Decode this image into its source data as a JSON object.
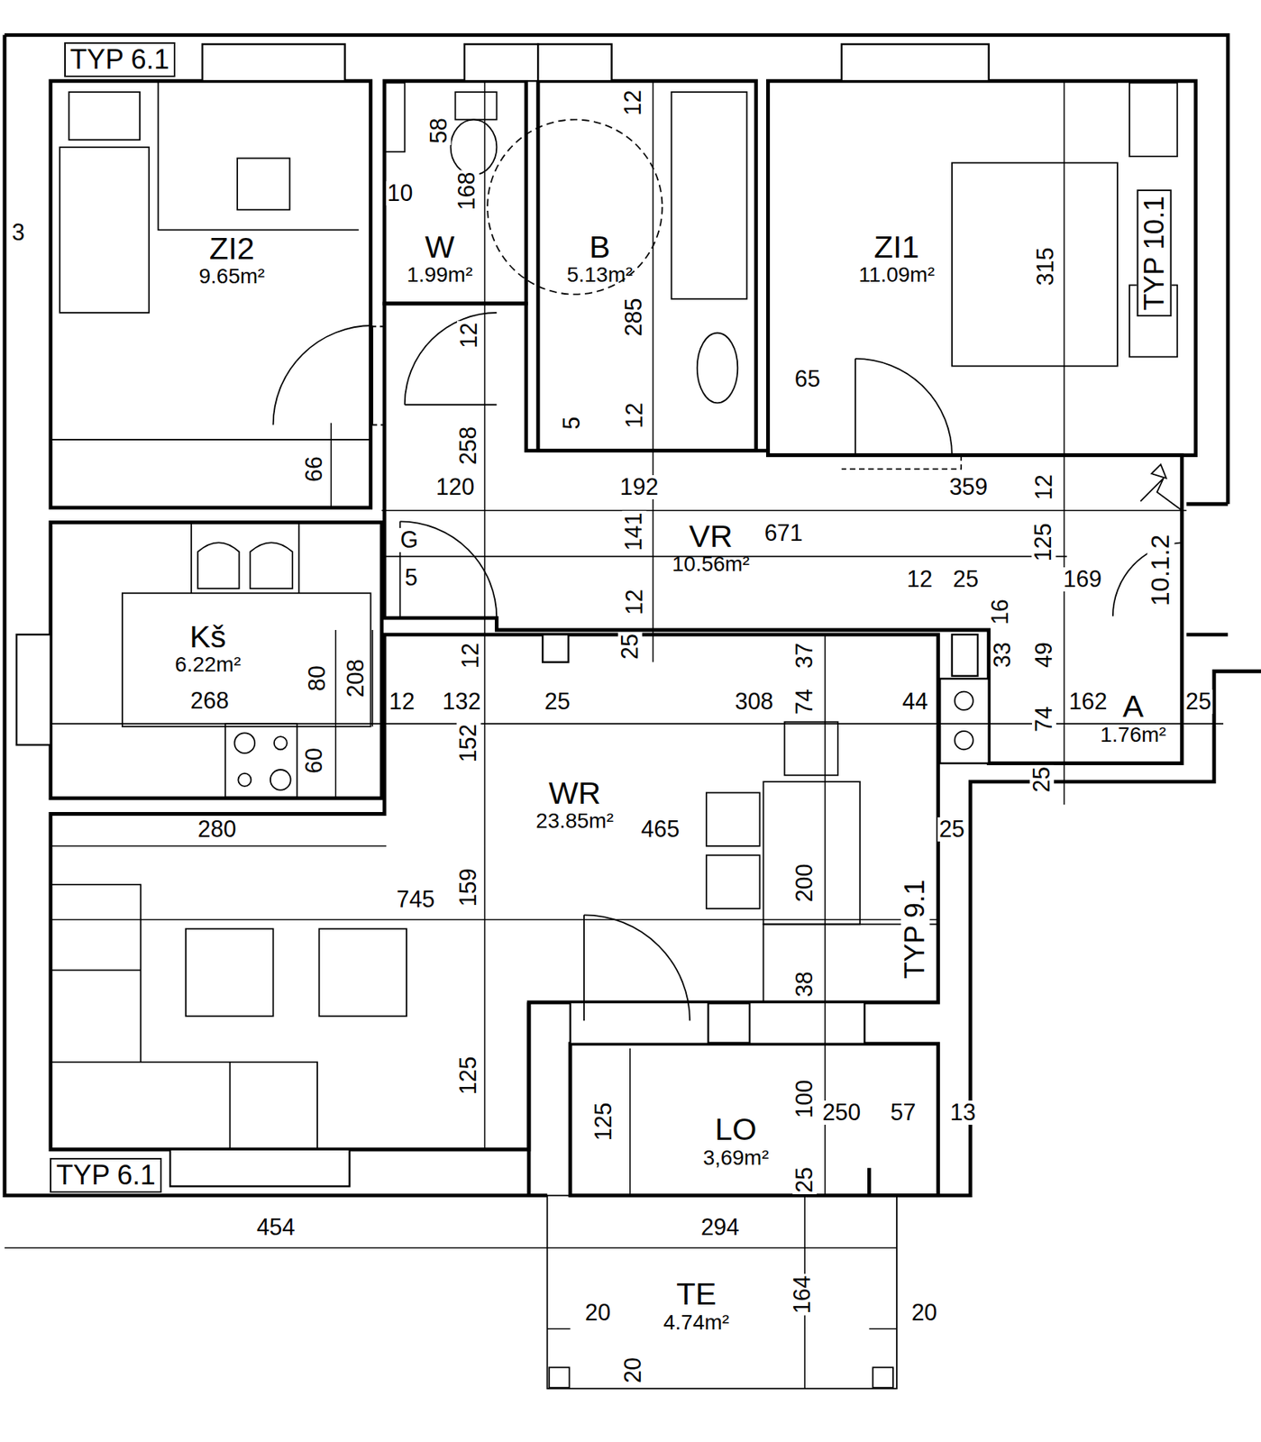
{
  "diagram": {
    "nodes": [
      {
        "text": [
          "TYP 6.1"
        ]
      },
      {
        "text": [
          "ZI2",
          "9.65m²"
        ]
      },
      {
        "text": [
          "W",
          "1.99m²"
        ]
      },
      {
        "text": [
          "B",
          "5.13m²"
        ]
      },
      {
        "text": [
          "ZI1",
          "11.09m²"
        ]
      },
      {
        "text": [
          "TYP 10.1"
        ]
      },
      {
        "text": [
          "VR",
          "10.56m²"
        ]
      },
      {
        "text": [
          "Kš",
          "6.22m²"
        ]
      },
      {
        "text": [
          "A",
          "1.76m²"
        ]
      },
      {
        "text": [
          "WR",
          "23.85m²"
        ]
      },
      {
        "text": [
          "LO",
          "3,69m²"
        ]
      },
      {
        "text": [
          "TYP 6.1"
        ]
      },
      {
        "text": [
          "TE",
          "4.74m²"
        ]
      }
    ],
    "labels": [
      "3",
      "58",
      "12",
      "10",
      "168",
      "12",
      "285",
      "315",
      "65",
      "5",
      "12",
      "258",
      "66",
      "120",
      "192",
      "359",
      "12",
      "141",
      "671",
      "125",
      "G",
      "5",
      "12",
      "25",
      "169",
      "12",
      "16",
      "25",
      "12",
      "37",
      "33",
      "49",
      "80",
      "208",
      "268",
      "12",
      "132",
      "25",
      "308",
      "74",
      "44",
      "162",
      "25",
      "74",
      "152",
      "60",
      "25",
      "280",
      "465",
      "25",
      "159",
      "200",
      "745",
      "TYP 9.1",
      "38",
      "125",
      "125",
      "100",
      "250",
      "57",
      "13",
      "25",
      "454",
      "294",
      "164",
      "20",
      "20",
      "20",
      "10.1.2"
    ]
  }
}
